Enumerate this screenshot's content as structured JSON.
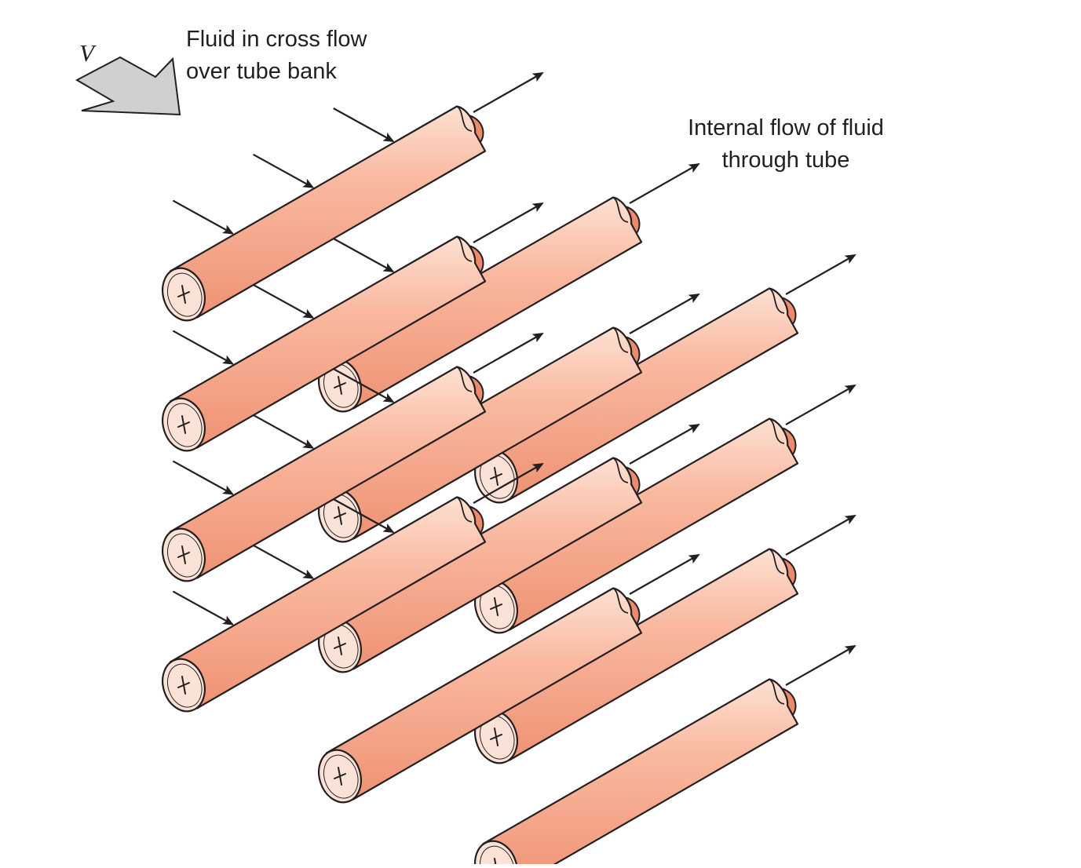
{
  "labels": {
    "velocity_symbol": "V",
    "cross_flow_line1": "Fluid in cross flow",
    "cross_flow_line2": "over tube bank",
    "internal_flow_line1": "Internal flow of fluid",
    "internal_flow_line2": "through tube"
  },
  "colors": {
    "tube_light": "#fdd7c6",
    "tube_mid": "#f6a98d",
    "tube_dark": "#ec8a6d",
    "tube_face": "#fbe2d6",
    "outline": "#231f20",
    "arrow": "#231f20",
    "inlet_arrow_fill": "#cfd0d2"
  },
  "tube_bank": {
    "rows": 4,
    "columns": 3,
    "marker": "x-mark"
  }
}
